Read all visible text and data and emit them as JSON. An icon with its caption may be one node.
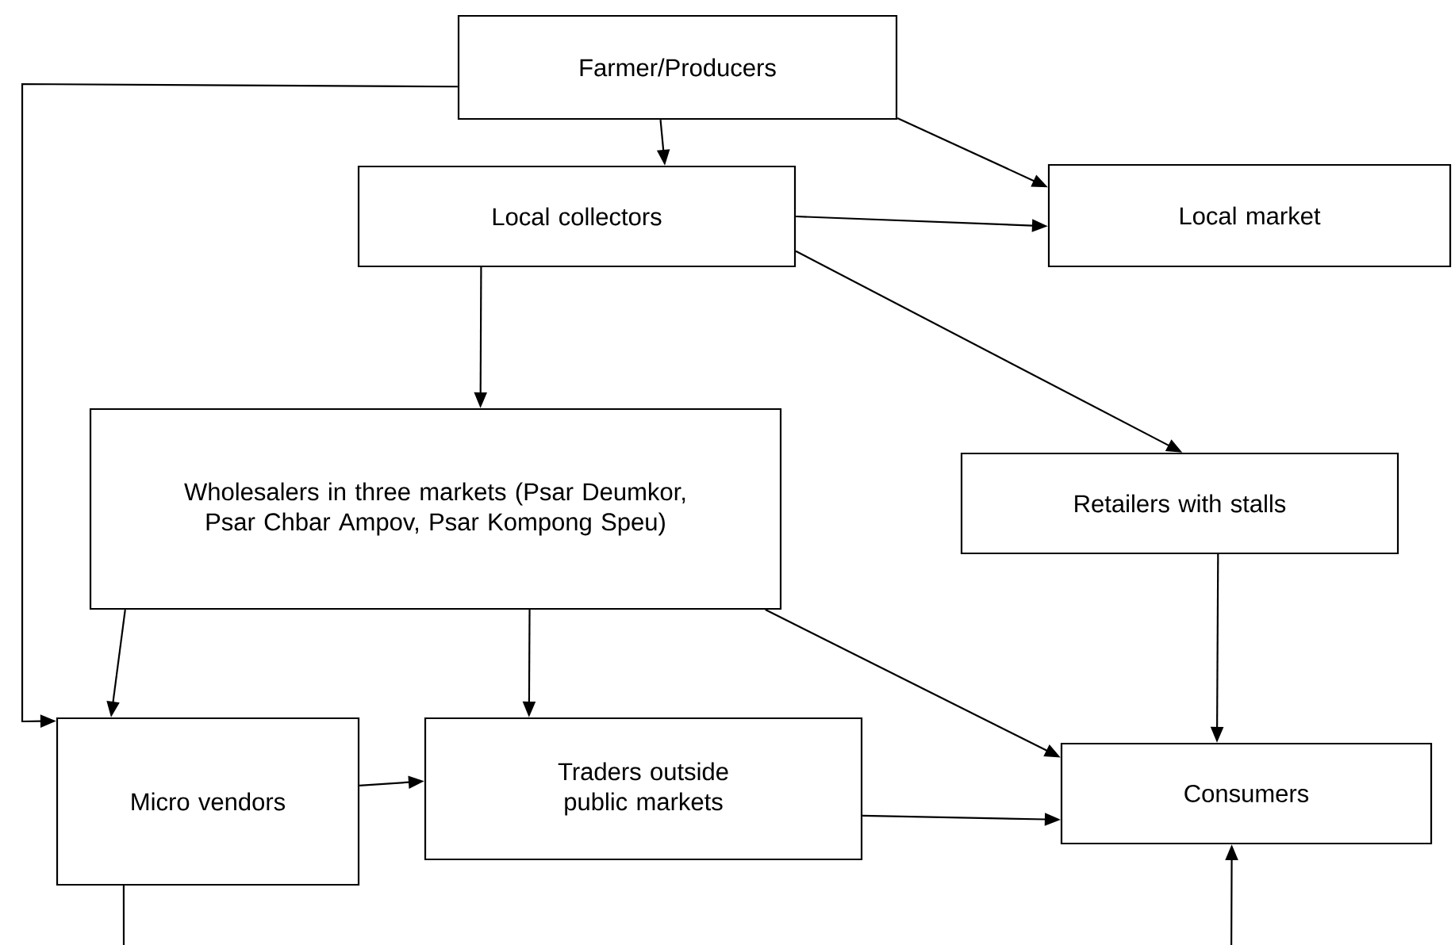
{
  "diagram": {
    "nodes": [
      {
        "text": [
          "Farmer/Producers"
        ]
      },
      {
        "text": [
          "Local collectors"
        ]
      },
      {
        "text": [
          "Local market"
        ]
      },
      {
        "text": [
          "Wholesalers in three markets (Psar Deumkor, Psar Chbar Ampov, Psar Kompong Speu)"
        ]
      },
      {
        "text": [
          "Retailers with stalls"
        ]
      },
      {
        "text": [
          "Micro vendors"
        ]
      },
      {
        "text": [
          "Traders outside public markets"
        ]
      },
      {
        "text": [
          "Consumers"
        ]
      }
    ],
    "edges": [
      {
        "from": 0,
        "to": 1,
        "arrow": "to"
      },
      {
        "from": 0,
        "to": 2,
        "arrow": "to"
      },
      {
        "from": 1,
        "to": 2,
        "arrow": "to"
      },
      {
        "from": 1,
        "to": 3,
        "arrow": "to"
      },
      {
        "from": 1,
        "to": 4,
        "arrow": "to"
      },
      {
        "from": 0,
        "to": 5,
        "arrow": "to"
      },
      {
        "from": 3,
        "to": 5,
        "arrow": "to"
      },
      {
        "from": 3,
        "to": 6,
        "arrow": "to"
      },
      {
        "from": 3,
        "to": 7,
        "arrow": "to"
      },
      {
        "from": 4,
        "to": 7,
        "arrow": "to"
      },
      {
        "from": 5,
        "to": 6,
        "arrow": "to"
      },
      {
        "from": 6,
        "to": 7,
        "arrow": "to"
      },
      {
        "from": 5,
        "to": 7,
        "arrow": "to"
      }
    ]
  }
}
